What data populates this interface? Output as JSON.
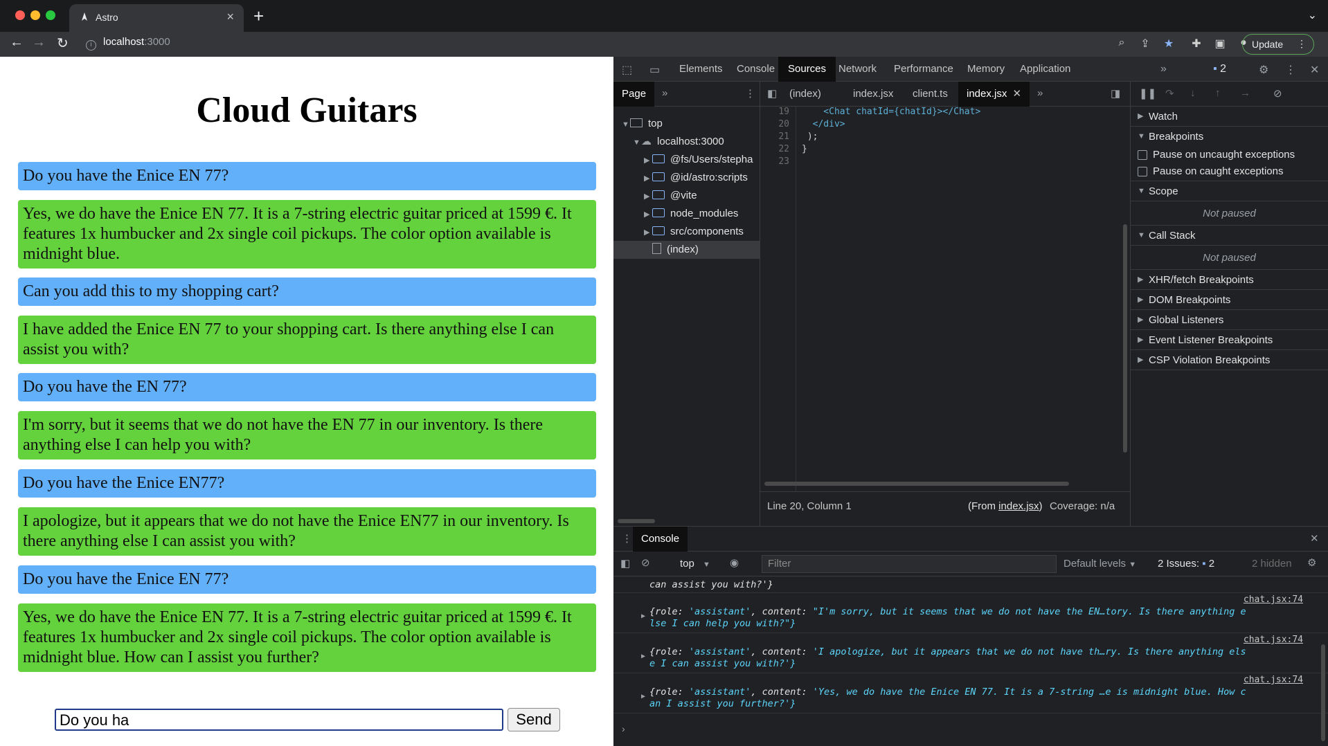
{
  "browser": {
    "tab_title": "Astro",
    "url_host": "localhost",
    "url_port": ":3000",
    "update_label": "Update"
  },
  "page": {
    "title": "Cloud Guitars",
    "messages": [
      {
        "role": "user",
        "text": "Do you have the Enice EN 77?"
      },
      {
        "role": "bot",
        "text": "Yes, we do have the Enice EN 77. It is a 7-string electric guitar priced at 1599 €. It features 1x humbucker and 2x single coil pickups. The color option available is midnight blue."
      },
      {
        "role": "user",
        "text": "Can you add this to my shopping cart?"
      },
      {
        "role": "bot",
        "text": "I have added the Enice EN 77 to your shopping cart. Is there anything else I can assist you with?"
      },
      {
        "role": "user",
        "text": "Do you have the EN 77?"
      },
      {
        "role": "bot",
        "text": "I'm sorry, but it seems that we do not have the EN 77 in our inventory. Is there anything else I can help you with?"
      },
      {
        "role": "user",
        "text": "Do you have the Enice EN77?"
      },
      {
        "role": "bot",
        "text": "I apologize, but it appears that we do not have the Enice EN77 in our inventory. Is there anything else I can assist you with?"
      },
      {
        "role": "user",
        "text": "Do you have the Enice EN 77?"
      },
      {
        "role": "bot",
        "text": "Yes, we do have the Enice EN 77. It is a 7-string electric guitar priced at 1599 €. It features 1x humbucker and 2x single coil pickups. The color option available is midnight blue. How can I assist you further?"
      }
    ],
    "input_value": "Do you ha",
    "send_label": "Send"
  },
  "devtools": {
    "tabs": [
      "Elements",
      "Console",
      "Sources",
      "Network",
      "Performance",
      "Memory",
      "Application"
    ],
    "active_tab": "Sources",
    "issues_badge": "2",
    "navigator": {
      "tab": "Page",
      "tree": [
        {
          "label": "top",
          "depth": 0,
          "kind": "frame"
        },
        {
          "label": "localhost:3000",
          "depth": 1,
          "kind": "cloud"
        },
        {
          "label": "@fs/Users/stepha",
          "depth": 2,
          "kind": "folder"
        },
        {
          "label": "@id/astro:scripts",
          "depth": 2,
          "kind": "folder"
        },
        {
          "label": "@vite",
          "depth": 2,
          "kind": "folder"
        },
        {
          "label": "node_modules",
          "depth": 2,
          "kind": "folder"
        },
        {
          "label": "src/components",
          "depth": 2,
          "kind": "folder"
        },
        {
          "label": "(index)",
          "depth": 2,
          "kind": "file"
        }
      ]
    },
    "editor": {
      "tabs": [
        "(index)",
        "index.jsx",
        "client.ts",
        "index.jsx"
      ],
      "active_tab_index": 3,
      "lines": [
        {
          "n": "19",
          "text": "    <Chat chatId={chatId}></Chat>"
        },
        {
          "n": "20",
          "text": "  </div>"
        },
        {
          "n": "21",
          "text": " );"
        },
        {
          "n": "22",
          "text": "}"
        },
        {
          "n": "23",
          "text": ""
        }
      ],
      "status_position": "Line 20, Column 1",
      "status_from_prefix": "(From ",
      "status_from_file": "index.jsx",
      "status_from_suffix": ")",
      "status_coverage": "Coverage: n/a"
    },
    "debugger": {
      "watch": "Watch",
      "breakpoints": "Breakpoints",
      "pause_uncaught": "Pause on uncaught exceptions",
      "pause_caught": "Pause on caught exceptions",
      "scope": "Scope",
      "not_paused": "Not paused",
      "call_stack": "Call Stack",
      "xhr": "XHR/fetch Breakpoints",
      "dom": "DOM Breakpoints",
      "global": "Global Listeners",
      "event": "Event Listener Breakpoints",
      "csp": "CSP Violation Breakpoints"
    },
    "console": {
      "title": "Console",
      "context": "top",
      "filter_placeholder": "Filter",
      "levels": "Default levels",
      "issues_label": "2 Issues:",
      "issues_count": "2",
      "hidden": "2 hidden",
      "prev_tail": "can assist you with?'}",
      "logs": [
        {
          "source": "chat.jsx:74",
          "role": "'assistant'",
          "line1": "\"I'm sorry, but it seems that we do not have the EN…tory. Is there anything e",
          "line2": "lse I can help you with?\"}"
        },
        {
          "source": "chat.jsx:74",
          "role": "'assistant'",
          "line1": "'I apologize, but it appears that we do not have th…ry. Is there anything els",
          "line2": "e I can assist you with?'}"
        },
        {
          "source": "chat.jsx:74",
          "role": "'assistant'",
          "line1": "'Yes, we do have the Enice EN 77. It is a 7-string …e is midnight blue. How c",
          "line2": "an I assist you further?'}"
        }
      ]
    }
  }
}
